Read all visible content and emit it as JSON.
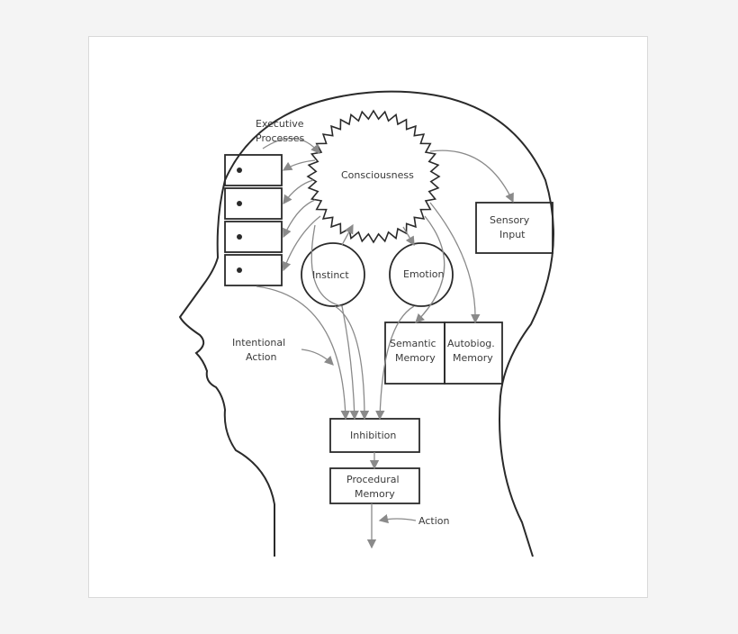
{
  "labels": {
    "executive_1": "Executive",
    "executive_2": "Processes",
    "consciousness": "Consciousness",
    "sensory_1": "Sensory",
    "sensory_2": "Input",
    "instinct": "Instinct",
    "emotion": "Emotion",
    "semantic_1": "Semantic",
    "semantic_2": "Memory",
    "autobiog_1": "Autobiog.",
    "autobiog_2": "Memory",
    "intentional_1": "Intentional",
    "intentional_2": "Action",
    "inhibition": "Inhibition",
    "procedural_1": "Procedural",
    "procedural_2": "Memory",
    "action": "Action"
  },
  "colors": {
    "ink": "#2a2a2a",
    "arrow": "#8a8a8a",
    "frame": "#d9d9d9",
    "background": "#f4f4f4"
  }
}
